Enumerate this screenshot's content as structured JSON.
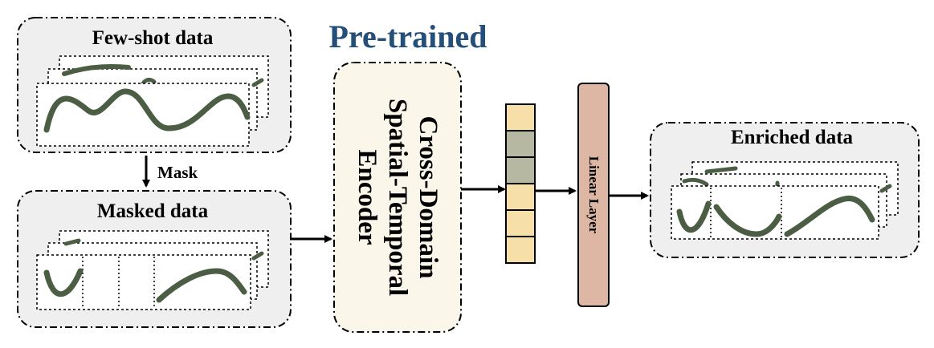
{
  "header": {
    "pretrained": "Pre-trained"
  },
  "few_shot": {
    "title": "Few-shot data"
  },
  "mask_step": {
    "label": "Mask"
  },
  "masked": {
    "title": "Masked data"
  },
  "encoder": {
    "lines": [
      "Cross-Domain",
      "Spatial-Temporal",
      "Encoder"
    ]
  },
  "embedding": {
    "cell_colors": [
      "#f6dfa8",
      "#b6b8a2",
      "#b6b8a2",
      "#f6dfa8",
      "#f6dfa8",
      "#f6dfa8"
    ]
  },
  "linear": {
    "label": "Linear Layer"
  },
  "enriched": {
    "title": "Enriched data"
  },
  "colors": {
    "panel_fill": "#efefef",
    "curve": "#4b5e43",
    "encoder_fill": "#faf6ea",
    "linear_fill": "#ddb7a4",
    "title_accent": "#234f78"
  }
}
